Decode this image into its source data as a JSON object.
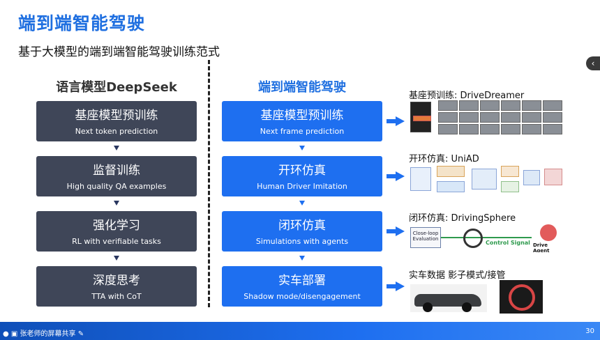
{
  "slide": {
    "title": "端到端智能驾驶",
    "subtitle": "基于大模型的端到端智能驾驶训练范式",
    "page_number": "30"
  },
  "left_column": {
    "heading": "语言模型DeepSeek",
    "steps": [
      {
        "main": "基座模型预训练",
        "sub": "Next token prediction"
      },
      {
        "main": "监督训练",
        "sub": "High quality QA examples"
      },
      {
        "main": "强化学习",
        "sub": "RL with verifiable tasks"
      },
      {
        "main": "深度思考",
        "sub": "TTA with CoT"
      }
    ]
  },
  "mid_column": {
    "heading": "端到端智能驾驶",
    "steps": [
      {
        "main": "基座模型预训练",
        "sub": "Next frame prediction"
      },
      {
        "main": "开环仿真",
        "sub": "Human Driver Imitation"
      },
      {
        "main": "闭环仿真",
        "sub": "Simulations with agents"
      },
      {
        "main": "实车部署",
        "sub": "Shadow mode/disengagement"
      }
    ]
  },
  "references": [
    {
      "label": "基座预训练: DriveDreamer"
    },
    {
      "label": "开环仿真: UniAD"
    },
    {
      "label": "闭环仿真: DrivingSphere"
    },
    {
      "label": "实车数据 影子模式/接管"
    }
  ],
  "figure_text": {
    "close_loop": "Close-loop\nEvaluation",
    "control_signal": "Control Signal",
    "drive_agent": "Drive Agent"
  },
  "meeting_bar": {
    "share_label": "张老师的屏幕共享"
  },
  "colors": {
    "title_blue": "#1f6fe0",
    "box_dark": "#3f4658",
    "box_blue": "#1e6ff0"
  },
  "icons": [
    "chevron-left-icon",
    "mic-icon",
    "screen-share-icon",
    "pen-icon"
  ]
}
